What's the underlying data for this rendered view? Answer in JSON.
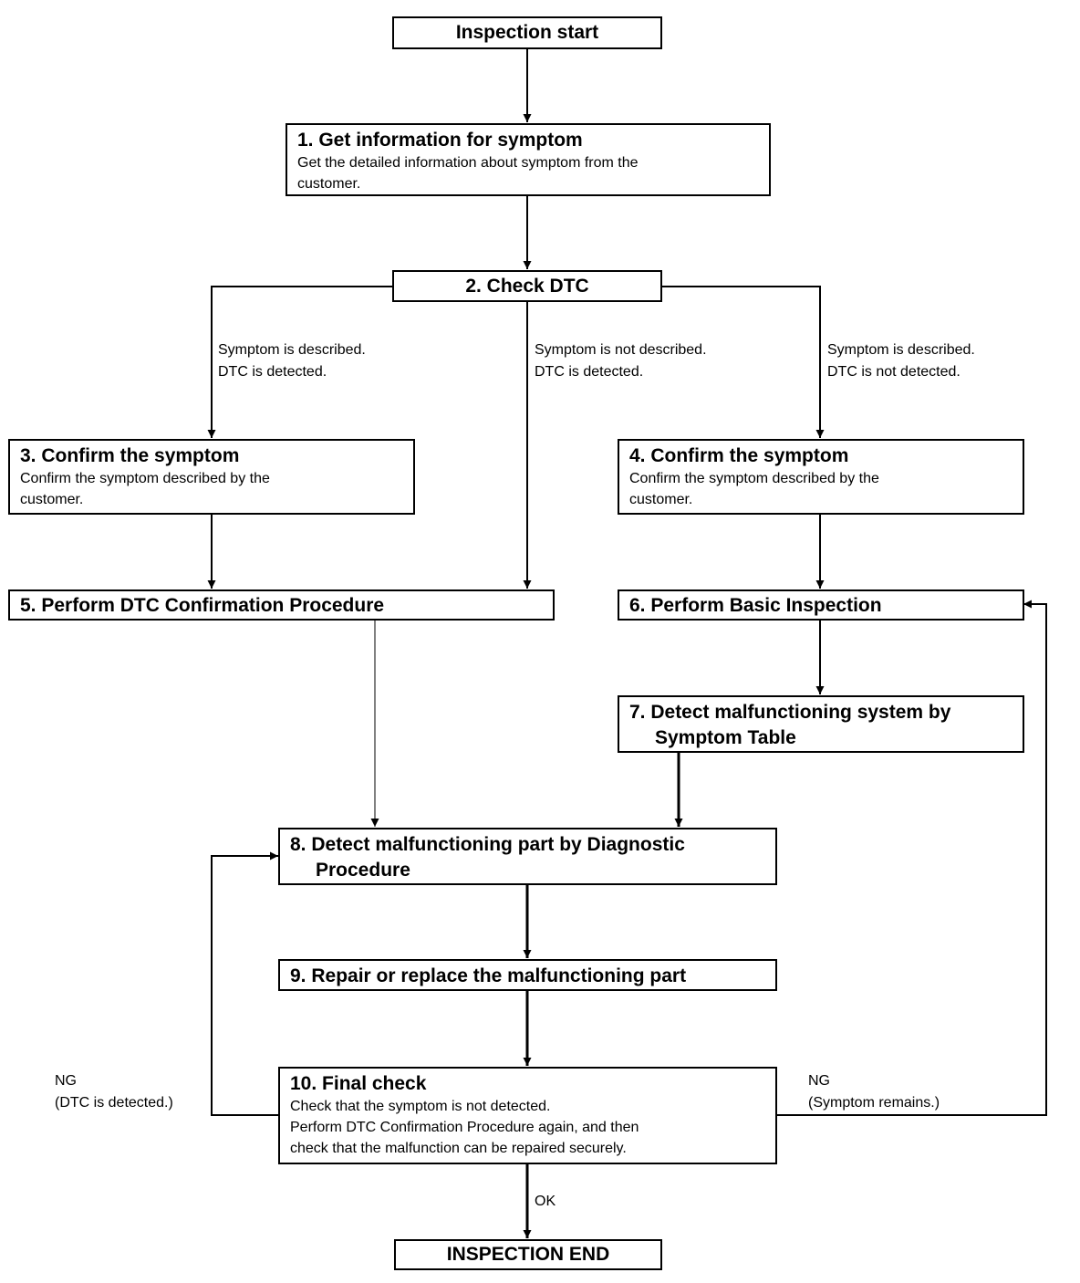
{
  "start": "Inspection start",
  "end": "INSPECTION END",
  "steps": {
    "s1": {
      "title": "1. Get information for symptom",
      "desc": [
        "Get the detailed information about symptom from the",
        "customer."
      ]
    },
    "s2": {
      "title": "2. Check DTC"
    },
    "s3": {
      "title": "3. Confirm the symptom",
      "desc": [
        "Confirm the symptom described by the",
        "customer."
      ]
    },
    "s4": {
      "title": "4. Confirm the symptom",
      "desc": [
        "Confirm the symptom described by the",
        "customer."
      ]
    },
    "s5": {
      "title": "5. Perform DTC Confirmation Procedure"
    },
    "s6": {
      "title": "6. Perform Basic Inspection"
    },
    "s7": {
      "title": "7. Detect malfunctioning system by Symptom Table"
    },
    "s8": {
      "title": "8. Detect malfunctioning part by Diagnostic Procedure"
    },
    "s9": {
      "title": "9. Repair or replace the malfunctioning part"
    },
    "s10": {
      "title": "10. Final check",
      "desc": [
        "Check that the symptom is not detected.",
        "Perform DTC Confirmation Procedure again, and then",
        "check that the malfunction can be repaired securely."
      ]
    }
  },
  "branches": {
    "left": [
      "Symptom is described.",
      "DTC is detected."
    ],
    "middle": [
      "Symptom is not described.",
      "DTC is detected."
    ],
    "right": [
      "Symptom is described.",
      "DTC is not detected."
    ]
  },
  "results": {
    "ng_left": [
      "NG",
      "(DTC is detected.)"
    ],
    "ng_right": [
      "NG",
      "(Symptom remains.)"
    ],
    "ok": "OK"
  }
}
